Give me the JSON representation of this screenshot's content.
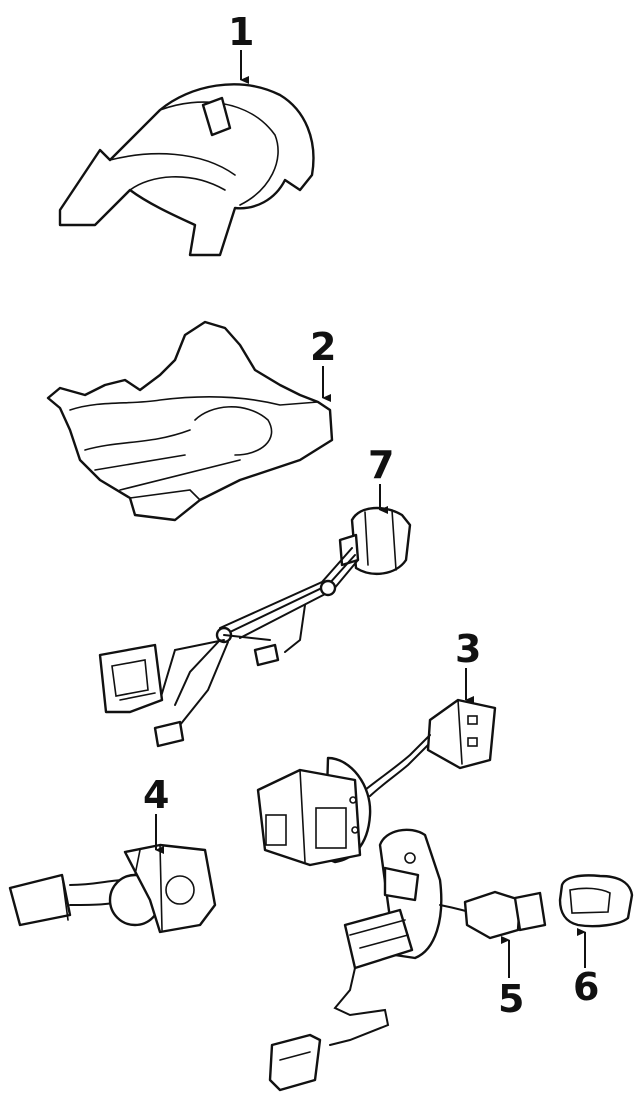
{
  "diagram": {
    "callouts": [
      "1",
      "2",
      "3",
      "4",
      "5",
      "6",
      "7"
    ],
    "parts": {
      "part_1": "upper-column-shroud",
      "part_2": "lower-column-shroud",
      "part_3": "wiper-switch",
      "part_4": "turn-signal-switch",
      "part_5": "ignition-switch-harness",
      "part_6": "switch-knob",
      "part_7": "wiring-harness"
    }
  }
}
